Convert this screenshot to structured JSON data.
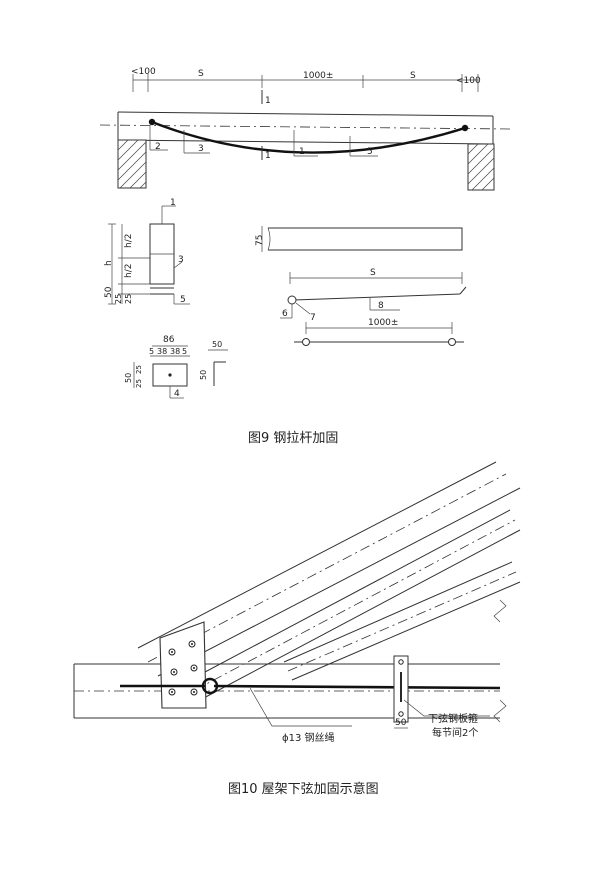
{
  "fig9": {
    "caption": "图9  钢拉杆加固",
    "dims": {
      "left_gap": "<100",
      "span_s_left": "S",
      "span_total": "1000±",
      "span_s_right": "S",
      "right_gap": "<100",
      "rod_length": "1000±",
      "s": "S",
      "h": "h",
      "h_half_top": "h/2",
      "h_half_bottom": "h/2",
      "d50": "50",
      "d25a": "25",
      "d25b": "25",
      "d86": "86",
      "d5a": "5",
      "d38a": "38",
      "d38b": "38",
      "d5b": "5",
      "d50w": "50",
      "d50h": "50",
      "d50side": "50",
      "d75": "75",
      "d25c": "25",
      "d25d": "25"
    },
    "labels": {
      "n1": "1",
      "n2": "2",
      "n3": "3",
      "n4": "4",
      "n5": "5",
      "n6": "6",
      "n7": "7",
      "n8": "8",
      "sec_a": "1",
      "sec_b": "1"
    }
  },
  "fig10": {
    "caption": "图10  屋架下弦加固示意图",
    "wire_label": "ϕ13 钢丝绳",
    "clamp_label": "下弦钢板箍",
    "clamp_note": "每节间2个",
    "clamp_dim": "50"
  }
}
